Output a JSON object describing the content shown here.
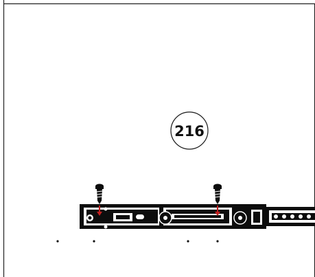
{
  "diagram": {
    "step_number": "216",
    "step_circle": {
      "stroke": "#1a1a1a",
      "fill": "#ffffff"
    },
    "screw_arrow_color": "#c21f1f",
    "rail_color": "#0d0d0d",
    "frame_color": "#222222",
    "screw_count": 2,
    "marker_dot_count": 4
  }
}
